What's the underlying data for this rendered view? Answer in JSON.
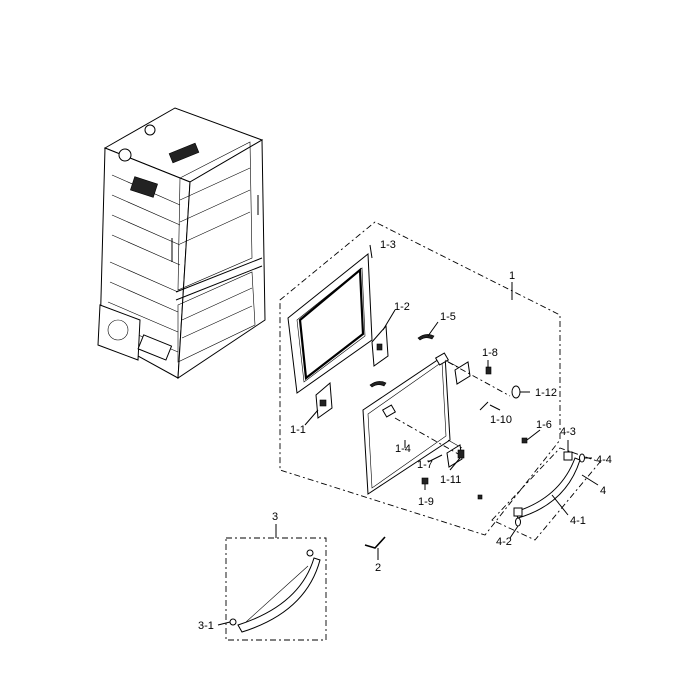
{
  "labels": {
    "p1": "1",
    "p1_1": "1-1",
    "p1_2": "1-2",
    "p1_3": "1-3",
    "p1_4": "1-4",
    "p1_5": "1-5",
    "p1_6": "1-6",
    "p1_7": "1-7",
    "p1_8": "1-8",
    "p1_9": "1-9",
    "p1_10": "1-10",
    "p1_11": "1-11",
    "p1_12": "1-12",
    "p2": "2",
    "p3": "3",
    "p3_1": "3-1",
    "p4": "4",
    "p4_1": "4-1",
    "p4_2": "4-2",
    "p4_3": "4-3",
    "p4_4": "4-4"
  }
}
